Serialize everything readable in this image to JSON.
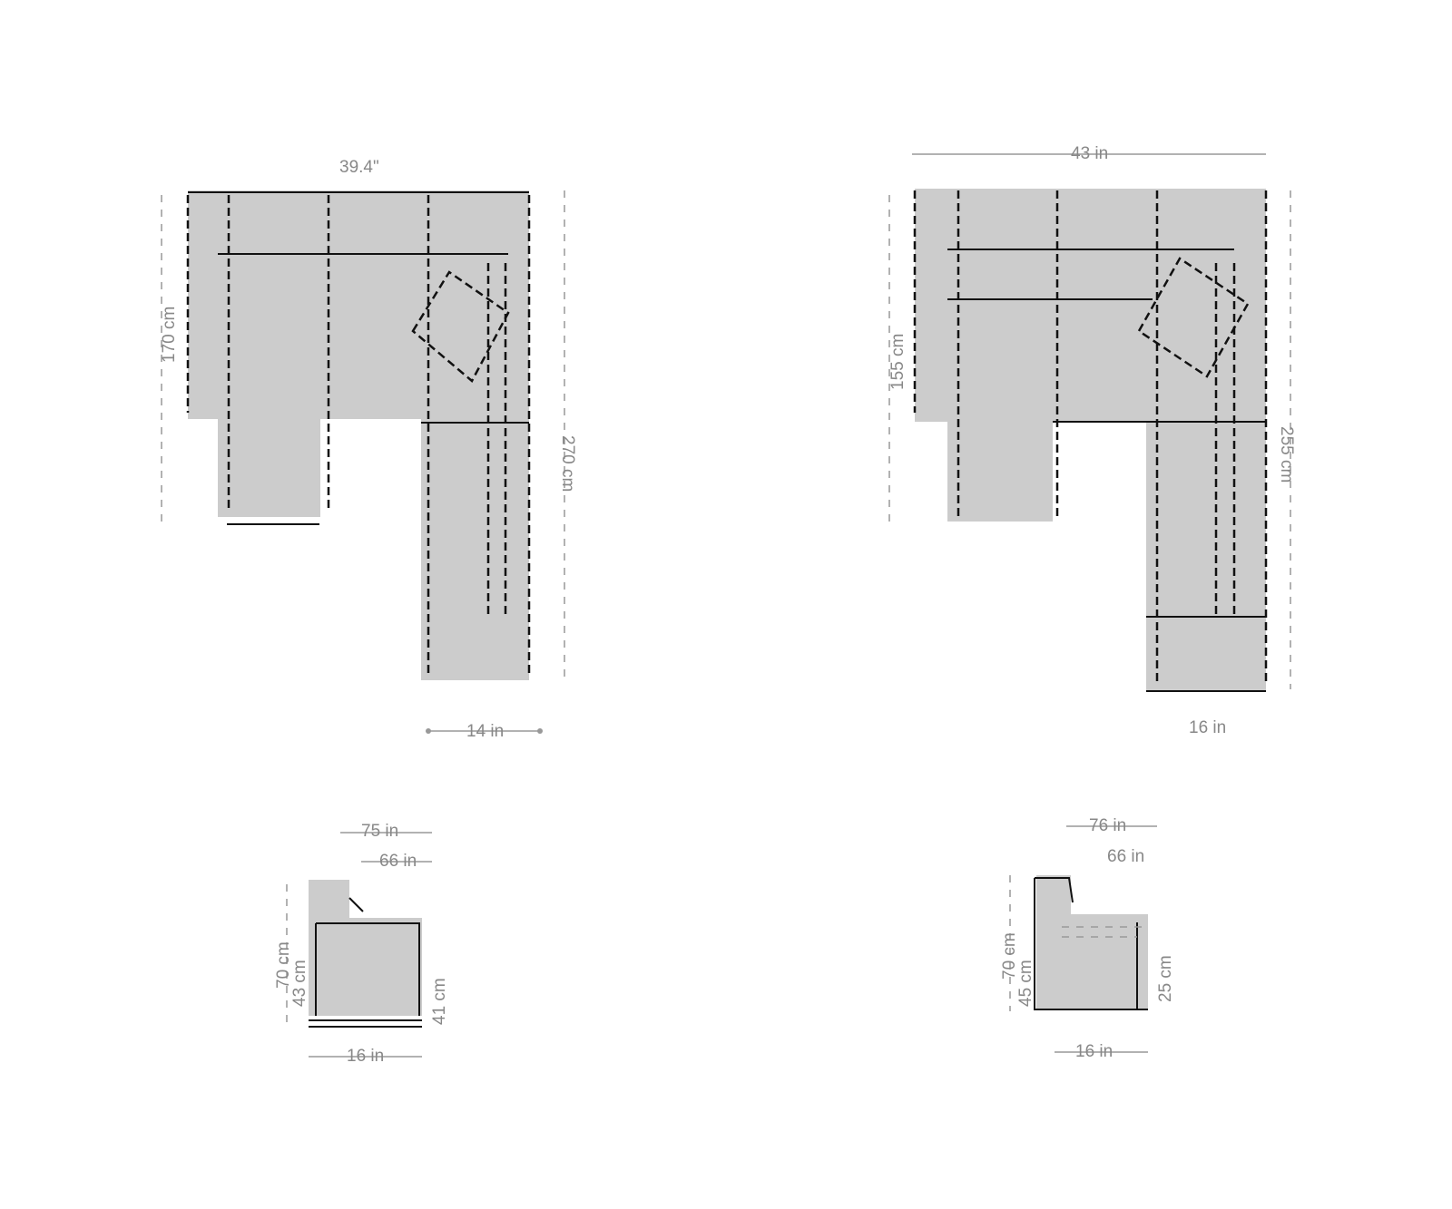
{
  "drawings": [
    {
      "name": "left-plan",
      "dims": {
        "top": "39.4\"",
        "left": "170 cm",
        "right": "270 cm",
        "bottom": "14 in"
      }
    },
    {
      "name": "right-plan",
      "dims": {
        "top": "43 in",
        "left": "155 cm",
        "right": "255 cm",
        "bottom": "16 in"
      }
    },
    {
      "name": "left-side",
      "dims": {
        "top1": "75 in",
        "top2": "66 in",
        "height": "70 cm",
        "seat": "43 cm",
        "right": "41 cm",
        "bottom": "16 in"
      }
    },
    {
      "name": "right-side",
      "dims": {
        "top1": "76 in",
        "top2": "66 in",
        "height": "70 cm",
        "seat": "45 cm",
        "right": "25 cm",
        "bottom": "16 in"
      }
    }
  ]
}
